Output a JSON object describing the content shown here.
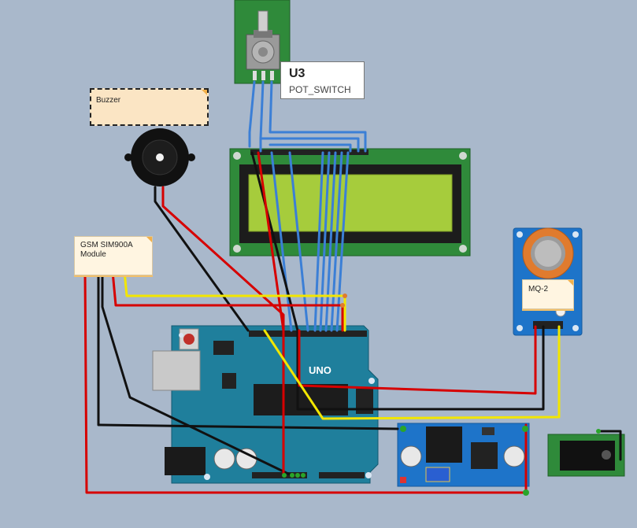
{
  "labels": {
    "buzzer": "Buzzer",
    "gsm": "GSM SIM900A Module",
    "mq2": "MQ-2"
  },
  "tooltip": {
    "title": "U3",
    "subtitle": "POT_SWITCH"
  },
  "board": {
    "logo": "UNO"
  },
  "colors": {
    "background": "#a9b8cb",
    "board": "#1f7f9c",
    "lcd_screen": "#a6cc3c",
    "pcb_green": "#2f8a3a",
    "sensor_blue": "#1e74c9",
    "wire_red": "#d60000",
    "wire_black": "#111111",
    "wire_yellow": "#f2e600",
    "wire_blue": "#3b7fd6"
  }
}
